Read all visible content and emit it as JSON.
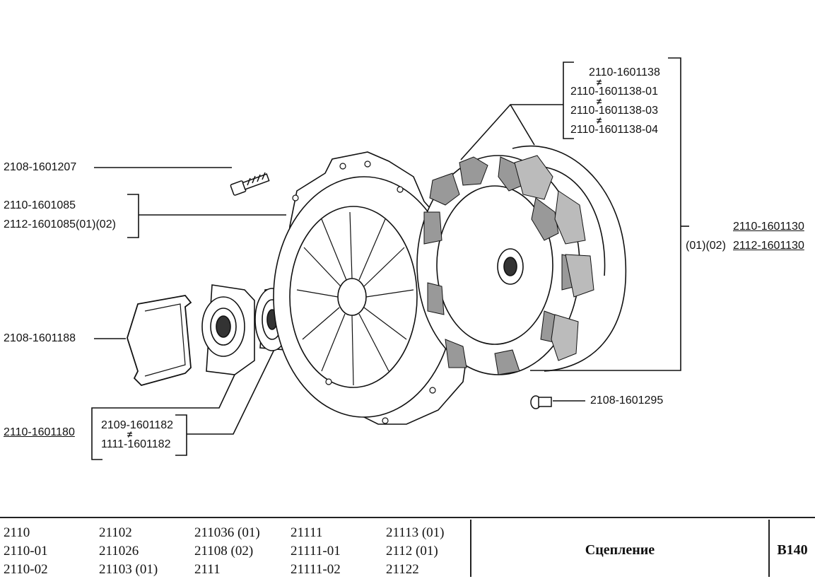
{
  "labels": {
    "bolt": "2108-1601207",
    "pressure_plate_1": "2110-1601085",
    "pressure_plate_2": "2112-1601085(01)(02)",
    "spring_clip": "2108-1601188",
    "release_assy": "2110-1601180",
    "bearing_1": "2109-1601182",
    "bearing_2": "1111-1601182",
    "disc_1": "2110-1601138",
    "disc_2": "2110-1601138-01",
    "disc_3": "2110-1601138-03",
    "disc_4": "2110-1601138-04",
    "clutch_set_1": "2110-1601130",
    "clutch_set_2_prefix": "(01)(02)",
    "clutch_set_2": "2112-1601130",
    "screw": "2108-1601295",
    "neq_symbol": "≠"
  },
  "footer": {
    "models": [
      [
        "2110",
        "2110-01",
        "2110-02"
      ],
      [
        "21102",
        "211026",
        "21103 (01)"
      ],
      [
        "211036 (01)",
        "21108 (02)",
        "2111"
      ],
      [
        "21111",
        "21111-01",
        "21111-02"
      ],
      [
        "21113 (01)",
        "2112 (01)",
        "21122"
      ]
    ],
    "title": "Сцепление",
    "code": "B140"
  }
}
